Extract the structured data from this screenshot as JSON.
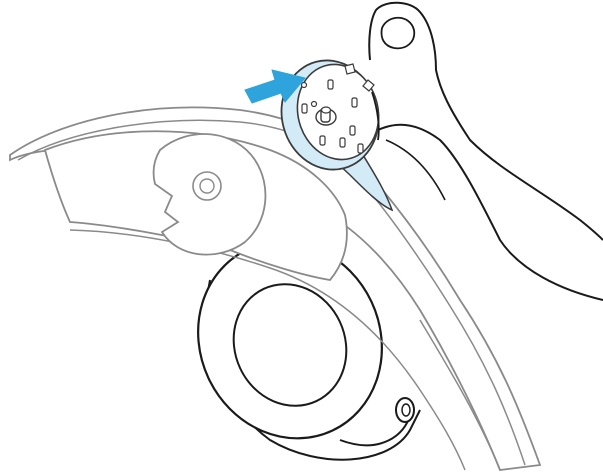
{
  "illustration": {
    "type": "instructional line drawing",
    "parts": [
      "headset-strap",
      "strap-mount-socket",
      "headphone-earcup",
      "headphone-connector-disc",
      "hand",
      "insert-direction-arrow"
    ],
    "colors": {
      "background": "#ffffff",
      "line": "#1a1a1a",
      "strap-line": "#8a8a8a",
      "strap-fill": "#ffffff",
      "connector-fill": "#d3ebf6",
      "connector-line": "#3b3b3b",
      "arrow": "#2fa3dc",
      "earcup-fill": "#ffffff"
    }
  }
}
